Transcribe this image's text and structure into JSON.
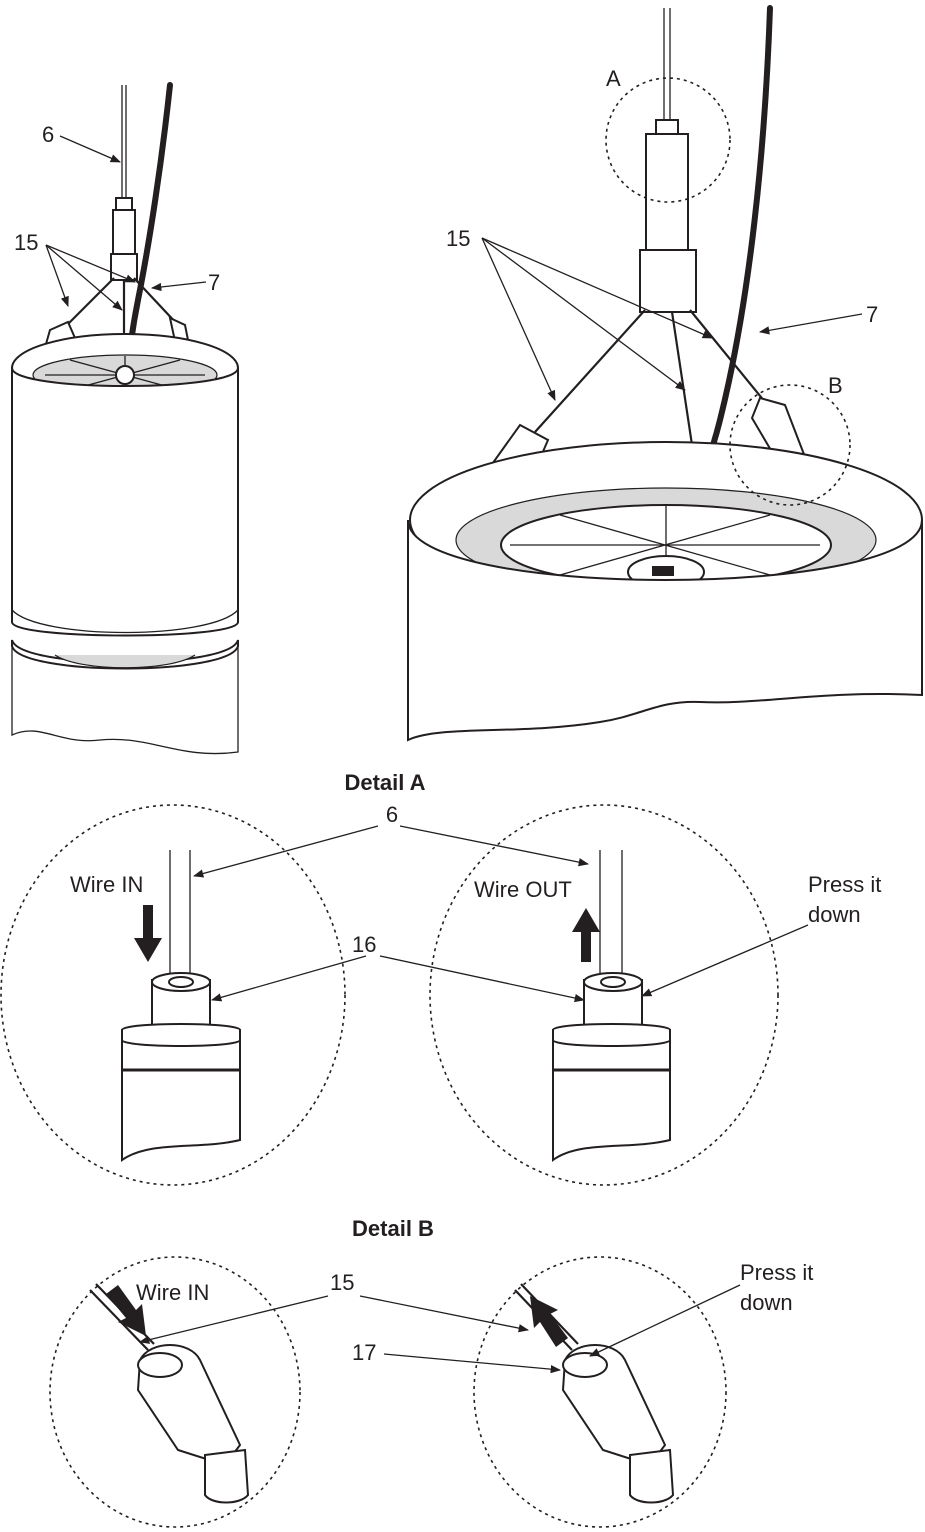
{
  "callouts": {
    "left_6": "6",
    "left_15": "15",
    "left_7": "7",
    "right_A": "A",
    "right_15": "15",
    "right_7": "7",
    "right_B": "B"
  },
  "detail_a": {
    "title": "Detail A",
    "label_6": "6",
    "label_16": "16",
    "wire_in": "Wire IN",
    "wire_out": "Wire OUT",
    "press_line1": "Press it",
    "press_line2": "down"
  },
  "detail_b": {
    "title": "Detail B",
    "label_15": "15",
    "label_17": "17",
    "wire_in": "Wire IN",
    "press_line1": "Press it",
    "press_line2": "down"
  }
}
